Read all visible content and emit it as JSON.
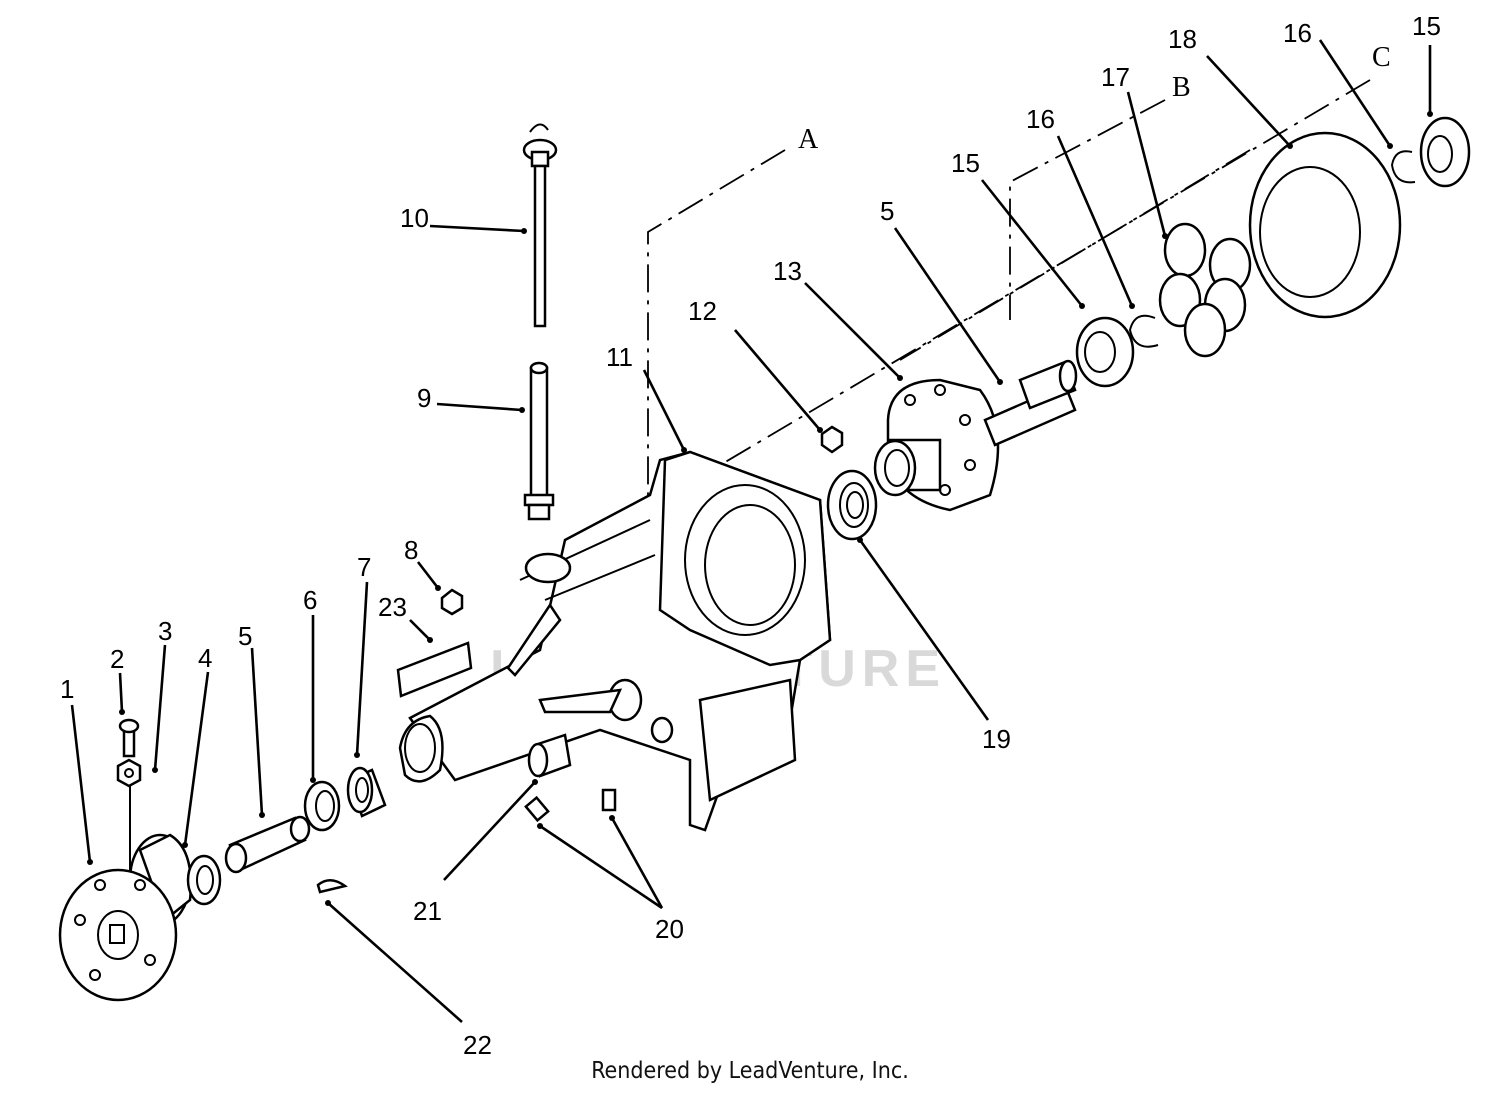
{
  "diagram": {
    "footer": "Rendered by LeadVenture, Inc.",
    "watermark": "LEADVENTURE",
    "axis_labels": [
      "A",
      "B",
      "C"
    ],
    "callouts": [
      "1",
      "2",
      "3",
      "4",
      "5",
      "6",
      "7",
      "8",
      "9",
      "10",
      "11",
      "12",
      "13",
      "5",
      "15",
      "16",
      "17",
      "18",
      "16",
      "15",
      "19",
      "20",
      "21",
      "22",
      "23"
    ]
  }
}
